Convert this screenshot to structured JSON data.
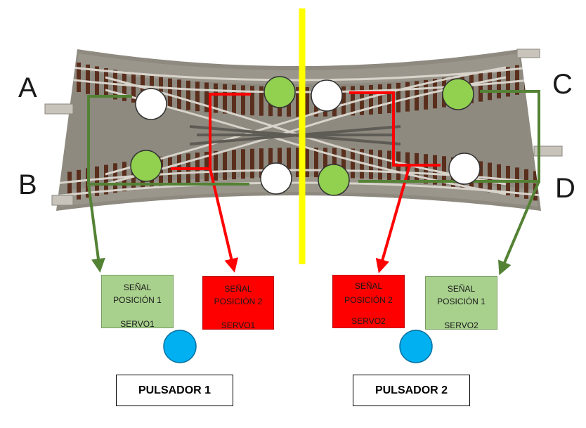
{
  "labels": {
    "a": "A",
    "b": "B",
    "c": "C",
    "d": "D"
  },
  "boxes": {
    "s1_pos1": {
      "line1": "SEÑAL",
      "line2": "POSICIÓN 1",
      "line3": "SERVO1"
    },
    "s1_pos2": {
      "line1": "SEÑAL",
      "line2": "POSICIÓN 2",
      "line3": "SERVO1"
    },
    "s2_pos2": {
      "line1": "SEÑAL",
      "line2": "POSICIÓN 2",
      "line3": "SERVO2"
    },
    "s2_pos1": {
      "line1": "SEÑAL",
      "line2": "POSICIÓN 1",
      "line3": "SERVO2"
    }
  },
  "buttons": {
    "p1": "PULSADOR 1",
    "p2": "PULSADOR 2"
  },
  "colors": {
    "green_line": "#548235",
    "red_line": "#ff0000",
    "yellow_divider": "#ffff00",
    "led_green": "#92d050",
    "led_white": "#ffffff",
    "button_blue": "#00b0f0",
    "ballast": "#8e8a80",
    "tie": "#5a2e1c",
    "rail": "#d8d4cc"
  }
}
